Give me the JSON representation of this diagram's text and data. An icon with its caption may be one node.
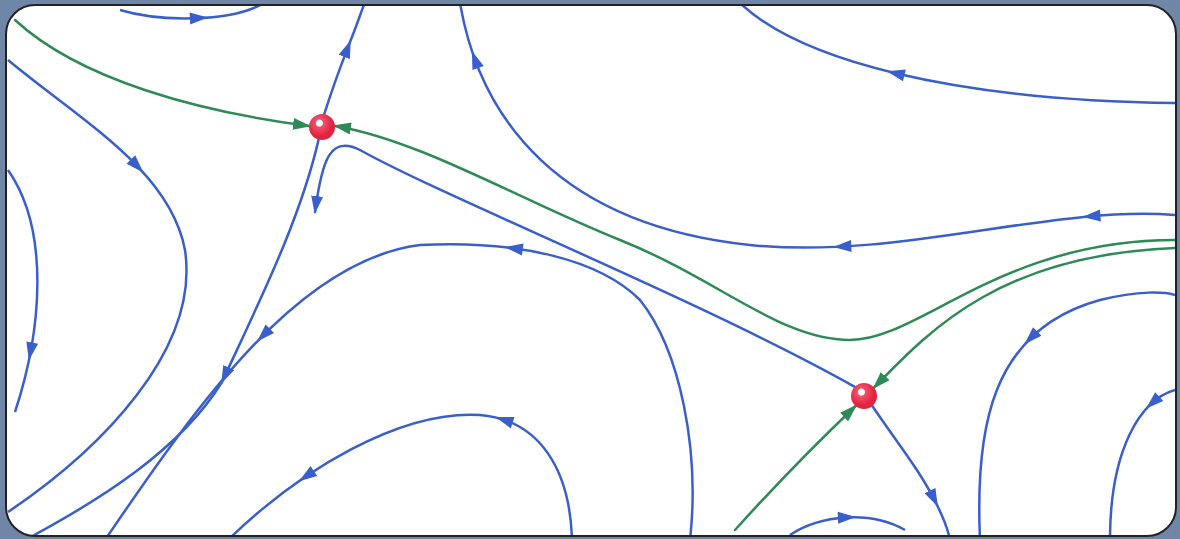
{
  "diagram": {
    "nodes": [
      {
        "text": [],
        "shape": "circle"
      },
      {
        "text": [],
        "shape": "circle"
      }
    ],
    "edges": [
      {
        "from": null,
        "to": 0,
        "arrow": "to",
        "color": "#2e8b57"
      },
      {
        "from": null,
        "to": 0,
        "arrow": "to",
        "color": "#2e8b57"
      },
      {
        "from": null,
        "to": 1,
        "arrow": "to",
        "color": "#2e8b57"
      },
      {
        "from": null,
        "to": 1,
        "arrow": "to",
        "color": "#2e8b57"
      },
      {
        "from": 0,
        "to": null,
        "arrow": "to",
        "color": "#3a5fcd"
      },
      {
        "from": 0,
        "to": null,
        "arrow": "to",
        "color": "#3a5fcd"
      },
      {
        "from": 1,
        "to": null,
        "arrow": "to",
        "color": "#3a5fcd"
      },
      {
        "from": 1,
        "to": null,
        "arrow": "to",
        "color": "#3a5fcd"
      }
    ]
  }
}
